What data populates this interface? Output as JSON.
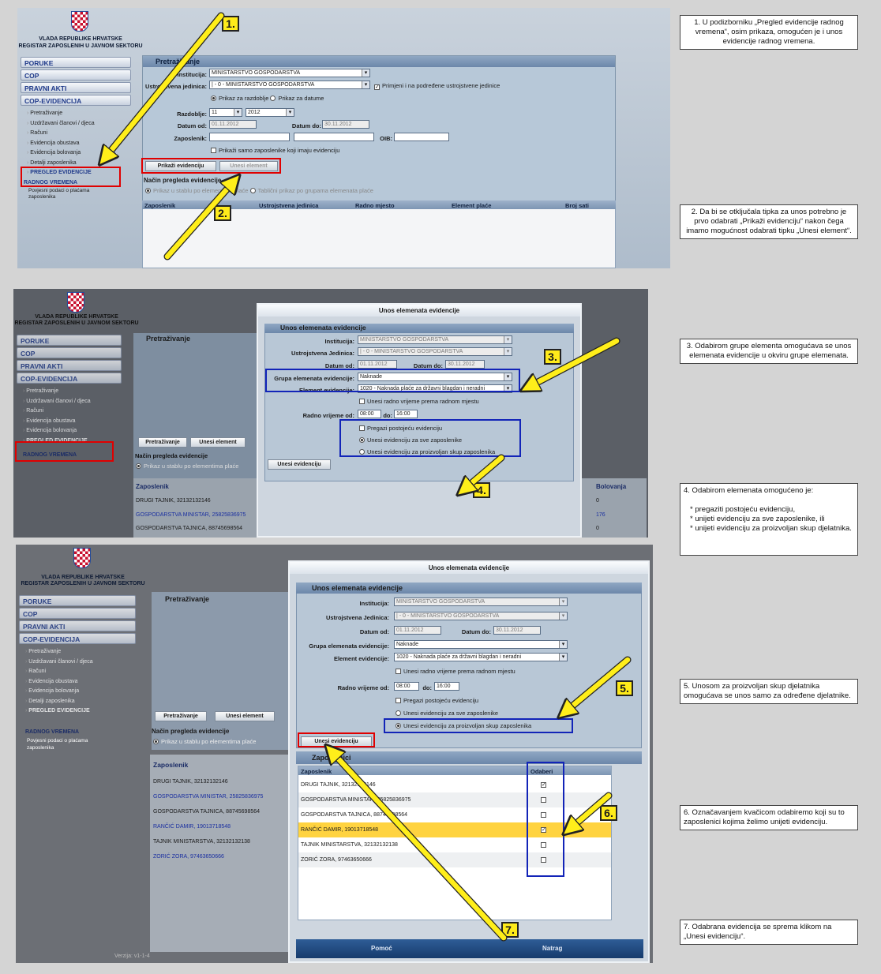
{
  "header": {
    "l1": "VLADA REPUBLIKE HRVATSKE",
    "l2": "REGISTAR ZAPOSLENIH U JAVNOM SEKTORU"
  },
  "nav": {
    "poruke": "PORUKE",
    "cop": "COP",
    "pravni": "PRAVNI AKTI",
    "copev": "COP-EVIDENCIJA",
    "items": [
      "Pretraživanje",
      "Uzdržavani članovi / djeca",
      "Računi",
      "Evidencija obustava",
      "Evidencija bolovanja",
      "Detalji zaposlenika"
    ],
    "pregled": "PREGLED EVIDENCIJE",
    "pregled2": "RADNOG VREMENA",
    "povj": "Povjesni podaci o plaćama",
    "povj2": "zaposlenika"
  },
  "form": {
    "title": "Pretraživanje",
    "institucija_l": "Institucija:",
    "institucija": "MINISTARSTVO GOSPODARSTVA",
    "ustroj_l": "Ustrojstvena jedinica:",
    "ustroj": "| - 0 - MINISTARSTVO GOSPODARSTVA",
    "primjeni": "Primjeni i na podređene ustrojstvene jedinice",
    "prikaz_raz": "Prikaz za razdoblje",
    "prikaz_dat": "Prikaz za datume",
    "razdoblje_l": "Razdoblje:",
    "mj": "11",
    "god": "2012",
    "dat_od_l": "Datum od:",
    "dat_od": "01.11.2012",
    "dat_do_l": "Datum do:",
    "dat_do": "30.11.2012",
    "zap_l": "Zaposlenik:",
    "oib_l": "OIB:",
    "samo": "Prikaži samo zaposlenike koji imaju evidenciju",
    "btn_prikazi": "Prikaži evidenciju",
    "btn_unesi": "Unesi element",
    "btn_pretraz": "Pretraživanje",
    "nacin": "Način pregleda evidencije",
    "nacin_a": "Prikaz u stablu po elementima plaće",
    "nacin_b": "Tablični prikaz po grupama elemenata plaće"
  },
  "table": {
    "cols": [
      "Zaposlenik",
      "Ustrojstvena jedinica",
      "Radno mjesto",
      "Element plaće",
      "Broj sati"
    ],
    "bolovanja": "Bolovanja",
    "rows": [
      "DRUGI TAJNIK, 32132132146",
      "GOSPODARSTVA MINISTAR, 25825836975",
      "GOSPODARSTVA TAJNICA, 88745698564",
      "RANČIĆ DAMIR, 19013718548",
      "TAJNIK MINISTARSTVA, 32132132138",
      "ZORIĆ ZORA, 97463650666"
    ],
    "bol_vals": [
      "0",
      "176",
      "0"
    ]
  },
  "dialog": {
    "title": "Unos elemenata evidencije",
    "inner": "Unos elemenata evidencije",
    "institucija_l": "Institucija:",
    "ustroj_l": "Ustrojstvena Jedinica:",
    "grupa_l": "Grupa elemenata evidencije:",
    "grupa": "Naknade",
    "element_l": "Element evidencije:",
    "element": "1020 - Naknada plaće za državni blagdan i neradni",
    "unesi_radno": "Unesi radno vrijeme prema radnom mjestu",
    "radno_l": "Radno vrijeme od:",
    "radno_od": "08:00",
    "do_l": "do:",
    "radno_do": "16:00",
    "pregazi": "Pregazi postojeću evidenciju",
    "sve": "Unesi evidenciju za sve zaposlenike",
    "proizv": "Unesi evidenciju za proizvoljan skup zaposlenika",
    "btn": "Unesi evidenciju",
    "zap_title": "Zaposlenici",
    "col_zap": "Zaposlenik",
    "col_odab": "Odaberi",
    "pomoc": "Pomoć",
    "natrag": "Natrag",
    "verzija": "Verzija: v1-1-4"
  },
  "labels": [
    "1.",
    "2.",
    "3.",
    "4.",
    "5.",
    "6.",
    "7."
  ],
  "notes": {
    "n1": "1. U podizborniku „Pregled evidencije radnog vremena“, osim prikaza, omogućen je i unos evidencije radnog vremena.",
    "n2": "2. Da bi se otključala tipka za unos potrebno je prvo odabrati „Prikaži evidenciju“ nakon čega imamo mogućnost odabrati tipku „Unesi element“.",
    "n3": "3. Odabirom grupe elementa omogućava se unos elemenata evidencije u okviru grupe elemenata.",
    "n4": "4. Odabirom elemenata omogućeno je:",
    "n4a": "* pregaziti postojeću evidenciju,",
    "n4b": "* unijeti evidenciju za sve zaposlenike, ili",
    "n4c": "* unijeti evidenciju za proizvoljan skup djelatnika.",
    "n5": "5. Unosom za proizvoljan skup djelatnika omogućava se unos samo za određene djelatnike.",
    "n6": "6. Označavanjem kvačicom odabiremo koji su to zaposlenici kojima želimo unijeti evidenciju.",
    "n7": "7. Odabrana evidencija se sprema klikom na „Unesi evidenciju“."
  },
  "colors": {
    "highlight_red": "#e00000",
    "highlight_blue": "#1224b8",
    "callout": "#ffeb1a"
  }
}
